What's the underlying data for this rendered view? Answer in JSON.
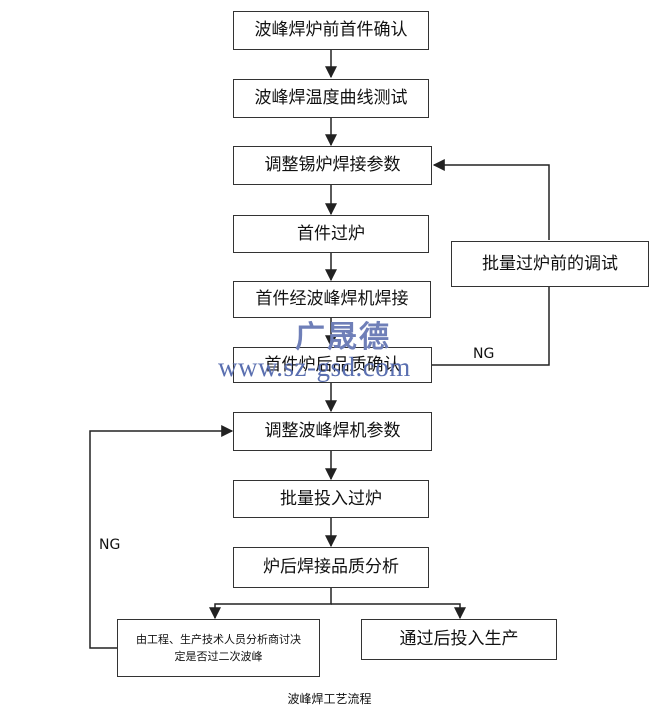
{
  "diagram": {
    "nodes": [
      {
        "id": "n1",
        "label": "波峰焊炉前首件确认"
      },
      {
        "id": "n2",
        "label": "波峰焊温度曲线测试"
      },
      {
        "id": "n3",
        "label": "调整锡炉焊接参数"
      },
      {
        "id": "n4",
        "label": "首件过炉"
      },
      {
        "id": "n5",
        "label": "首件经波峰焊机焊接"
      },
      {
        "id": "n6",
        "label": "首件炉后品质确认"
      },
      {
        "id": "n7",
        "label": "调整波峰焊机参数"
      },
      {
        "id": "n8",
        "label": "批量投入过炉"
      },
      {
        "id": "n9",
        "label": "炉后焊接品质分析"
      },
      {
        "id": "n10",
        "label": "由工程、生产技术人员分析商讨决定是否过二次波峰"
      },
      {
        "id": "n11",
        "label": "通过后投入生产"
      },
      {
        "id": "n12",
        "label": "批量过炉前的调试"
      }
    ],
    "edge_labels": {
      "loop_right": "NG",
      "loop_left": "NG"
    },
    "caption": "波峰焊工艺流程"
  },
  "watermark": {
    "name": "广晟德",
    "url": "www.sz-gsd.com",
    "color": "#5a6fb0"
  }
}
